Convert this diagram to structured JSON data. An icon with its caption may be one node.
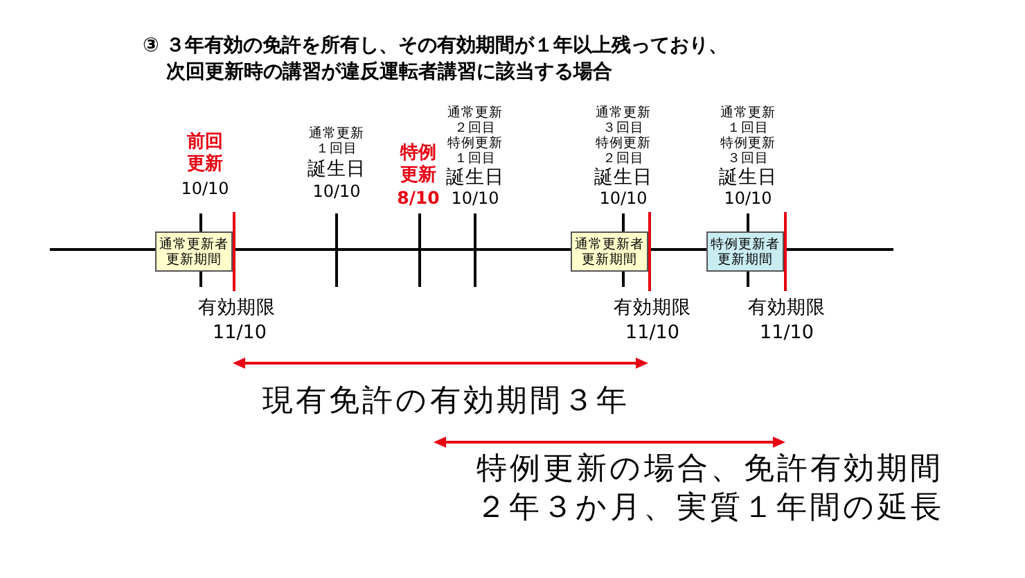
{
  "diagram": {
    "title": "③ ３年有効の免許を所有し、その有効期間が１年以上残っており、次回更新時の講習が違反運転者講習に該当する場合",
    "nodes": [
      {
        "text": [
          "通常更新者更新期間"
        ]
      },
      {
        "text": [
          "通常更新者更新期間"
        ]
      },
      {
        "text": [
          "特例更新者更新期間"
        ]
      }
    ],
    "labels": [
      "前回更新",
      "10/10",
      "通常更新１回目",
      "誕生日",
      "10/10",
      "特例更新",
      "8/10",
      "通常更新２回目",
      "特例更新１回目",
      "誕生日",
      "10/10",
      "通常更新３回目",
      "特例更新２回目",
      "誕生日",
      "10/10",
      "通常更新１回目",
      "特例更新３回目",
      "誕生日",
      "10/10",
      "有効期限",
      "11/10",
      "有効期限",
      "11/10",
      "有効期限",
      "11/10",
      "現有免許の有効期間３年",
      "特例更新の場合、免許有効期間２年３か月、実質１年間の延長"
    ]
  }
}
